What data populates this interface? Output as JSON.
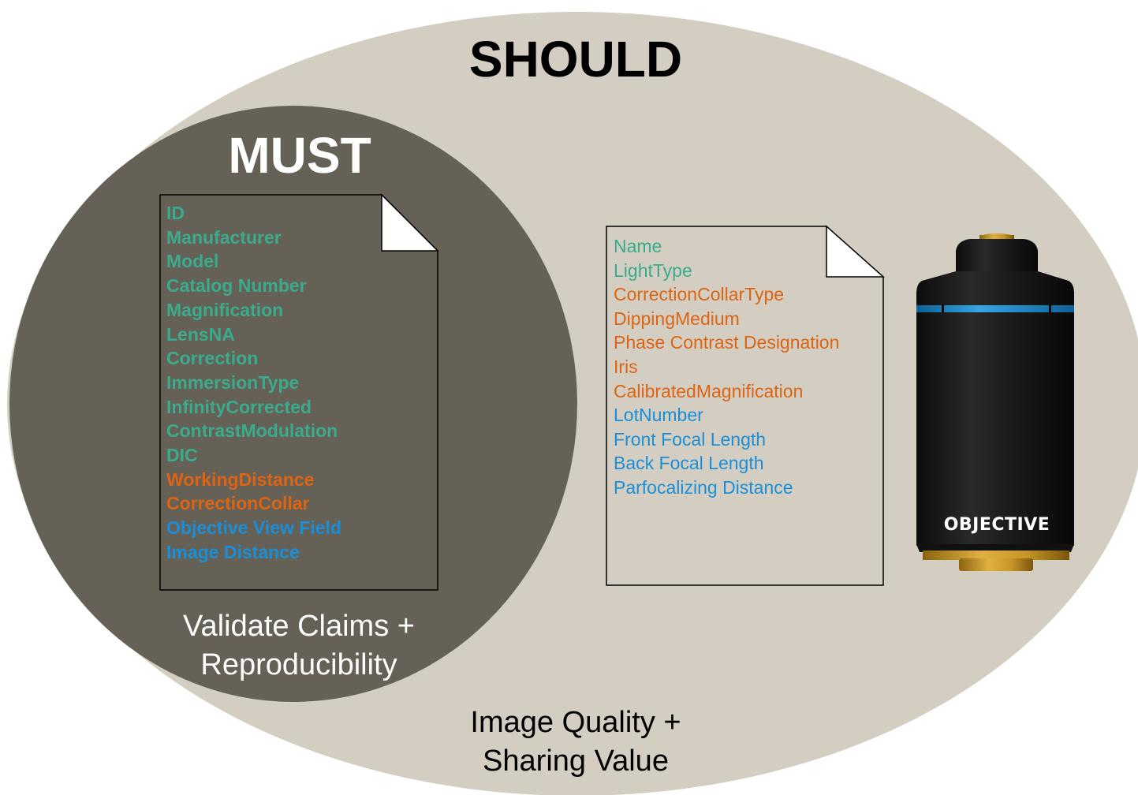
{
  "should": {
    "title": "SHOULD",
    "caption_line1": "Image Quality +",
    "caption_line2": "Sharing Value",
    "fields": [
      {
        "label": "Name",
        "color": "#3aab8c"
      },
      {
        "label": "LightType",
        "color": "#3aab8c"
      },
      {
        "label": "CorrectionCollarType",
        "color": "#dd6413"
      },
      {
        "label": "DippingMedium",
        "color": "#dd6413"
      },
      {
        "label": "Phase Contrast Designation",
        "color": "#dd6413"
      },
      {
        "label": "Iris",
        "color": "#dd6413"
      },
      {
        "label": "CalibratedMagnification",
        "color": "#dd6413"
      },
      {
        "label": "LotNumber",
        "color": "#1a8fd8"
      },
      {
        "label": "Front Focal Length",
        "color": "#1a8fd8"
      },
      {
        "label": "Back Focal Length",
        "color": "#1a8fd8"
      },
      {
        "label": "Parfocalizing Distance",
        "color": "#1a8fd8"
      }
    ]
  },
  "must": {
    "title": "MUST",
    "caption_line1": "Validate Claims +",
    "caption_line2": "Reproducibility",
    "fields": [
      {
        "label": "ID",
        "color": "#3aab8c"
      },
      {
        "label": "Manufacturer",
        "color": "#3aab8c"
      },
      {
        "label": "Model",
        "color": "#3aab8c"
      },
      {
        "label": "Catalog Number",
        "color": "#3aab8c"
      },
      {
        "label": "Magnification",
        "color": "#3aab8c"
      },
      {
        "label": "LensNA",
        "color": "#3aab8c"
      },
      {
        "label": "Correction",
        "color": "#3aab8c"
      },
      {
        "label": "ImmersionType",
        "color": "#3aab8c"
      },
      {
        "label": "InfinityCorrected",
        "color": "#3aab8c"
      },
      {
        "label": "ContrastModulation",
        "color": "#3aab8c"
      },
      {
        "label": "DIC",
        "color": "#3aab8c"
      },
      {
        "label": "WorkingDistance",
        "color": "#dd6413"
      },
      {
        "label": "CorrectionCollar",
        "color": "#dd6413"
      },
      {
        "label": "Objective View Field",
        "color": "#1a8fd8"
      },
      {
        "label": "Image Distance",
        "color": "#1a8fd8"
      }
    ]
  },
  "objective": {
    "label": "OBJECTIVE",
    "icon": "microscope-objective-icon"
  },
  "colors": {
    "should_ellipse": "#d3cec1",
    "must_ellipse": "#656157",
    "teal": "#3aab8c",
    "orange": "#dd6413",
    "blue": "#1a8fd8"
  }
}
